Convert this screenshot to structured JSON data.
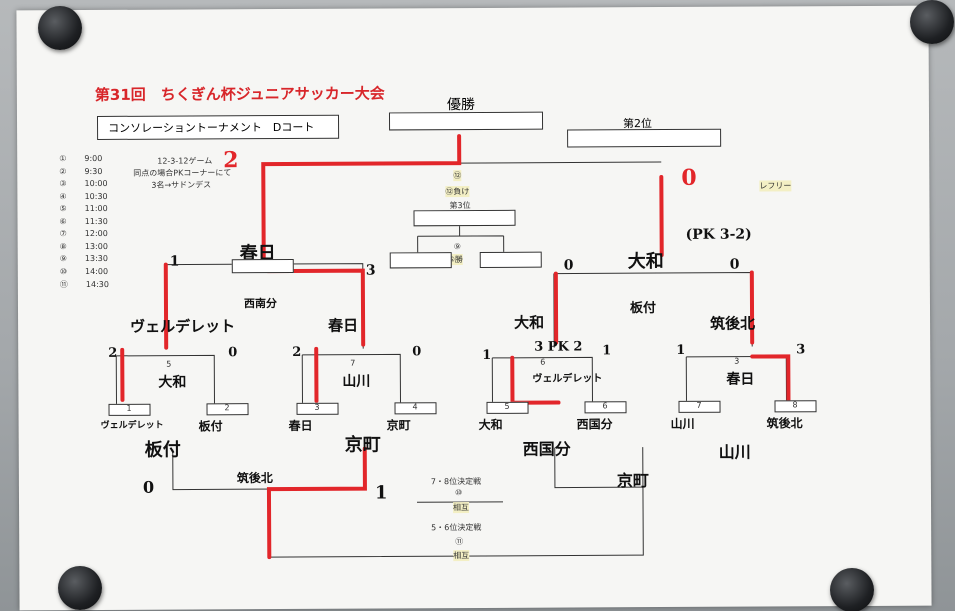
{
  "title": "第31回　ちくぎん杯ジュニアサッカー大会",
  "subtitle": "コンソレーショントーナメント　Dコート",
  "final": {
    "champion_label": "優勝",
    "second_label": "第2位",
    "match": "⑫",
    "loser_to_third": "⑫負け",
    "third_label": "第3位",
    "third_match": "⑨",
    "third_winner": "⑤勝",
    "referee": "レフリー"
  },
  "schedule": {
    "nums": [
      "①",
      "②",
      "③",
      "④",
      "⑤",
      "⑥",
      "⑦",
      "⑧",
      "⑨",
      "⑩",
      "⑪"
    ],
    "times": [
      "9:00",
      "9:30",
      "10:00",
      "10:30",
      "11:00",
      "11:30",
      "12:00",
      "13:00",
      "13:30",
      "14:00",
      "14:30"
    ],
    "notes": [
      "12-3-12ゲーム",
      "同点の場合PKコーナーにて",
      "3名→サドンデス"
    ]
  },
  "scores": {
    "final_left": "2",
    "final_right": "0",
    "pk": "(PK 3-2)",
    "semi_left_a": "1",
    "semi_left_b": "3",
    "semi_right_a": "0",
    "semi_right_b": "0"
  },
  "left_semi": {
    "winner": "春日",
    "match_team": "西南分"
  },
  "right_semi": {
    "winner": "大和",
    "match_team": "板付"
  },
  "qf": [
    {
      "team": "ヴェルデレット",
      "score_l": "2",
      "score_r": "0",
      "winner": "大和",
      "num": "5"
    },
    {
      "team": "春日",
      "score_l": "2",
      "score_r": "0",
      "winner": "山川",
      "num": "7"
    },
    {
      "team": "大和",
      "sub": "3 PK 2",
      "score_l": "1",
      "score_r": "1",
      "winner": "ヴェルデレット",
      "num": "6"
    },
    {
      "team": "筑後北",
      "score_l": "1",
      "score_r": "3",
      "winner": "春日",
      "num": "3"
    }
  ],
  "r1": [
    "ヴェルデレット",
    "板付",
    "春日",
    "京町",
    "大和",
    "西国分",
    "山川",
    "筑後北"
  ],
  "r1_nums": [
    "1",
    "2",
    "3",
    "4",
    "5",
    "6",
    "7",
    "8"
  ],
  "lower": {
    "left_a": "板付",
    "left_b": "京町",
    "left_score_l": "0",
    "left_score_r": "1",
    "left_winner": "筑後北",
    "right_a": "西国分",
    "right_b": "山川",
    "right_winner": "京町",
    "p78": "7・8位決定戦",
    "p78_num": "⑩",
    "p78_note": "相互",
    "p56": "5・6位決定戦",
    "p56_num": "⑪",
    "p56_note": "相互"
  }
}
